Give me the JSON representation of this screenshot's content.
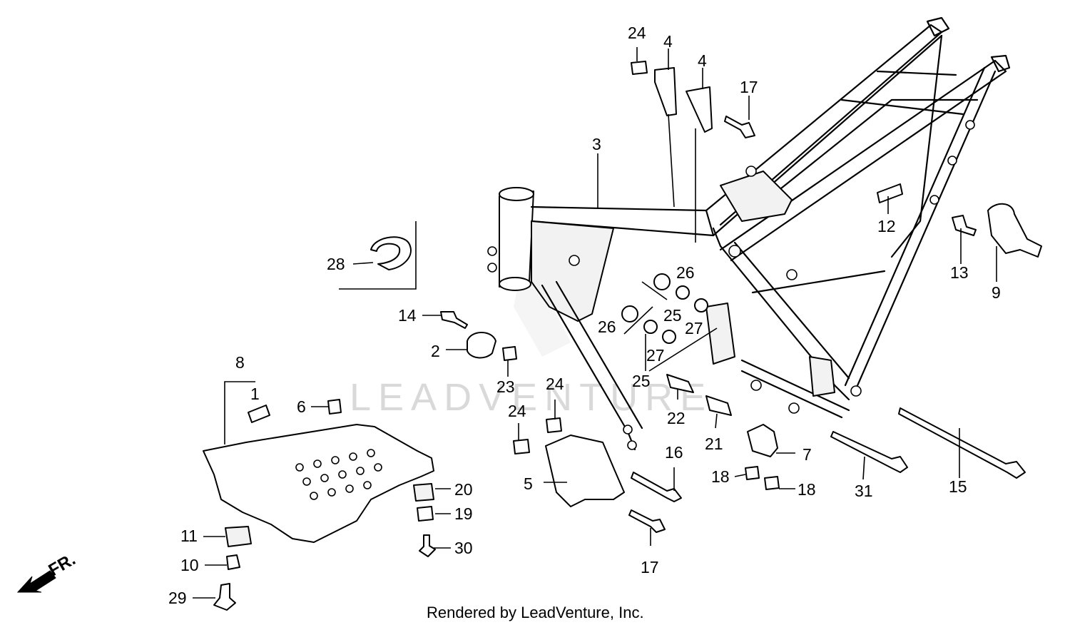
{
  "watermark": "LEADVENTURE",
  "footer": "Rendered by LeadVenture, Inc.",
  "direction_label": "FR.",
  "callouts": {
    "c1": "1",
    "c2": "2",
    "c3": "3",
    "c4a": "4",
    "c4b": "4",
    "c5": "5",
    "c6": "6",
    "c7": "7",
    "c8": "8",
    "c9": "9",
    "c10": "10",
    "c11": "11",
    "c12": "12",
    "c13": "13",
    "c14": "14",
    "c15": "15",
    "c16": "16",
    "c17a": "17",
    "c17b": "17",
    "c18a": "18",
    "c18b": "18",
    "c19": "19",
    "c20": "20",
    "c21": "21",
    "c22": "22",
    "c23": "23",
    "c24a": "24",
    "c24b": "24",
    "c24c": "24",
    "c25a": "25",
    "c25b": "25",
    "c26a": "26",
    "c26b": "26",
    "c27a": "27",
    "c27b": "27",
    "c28": "28",
    "c29": "29",
    "c30": "30",
    "c31": "31"
  }
}
